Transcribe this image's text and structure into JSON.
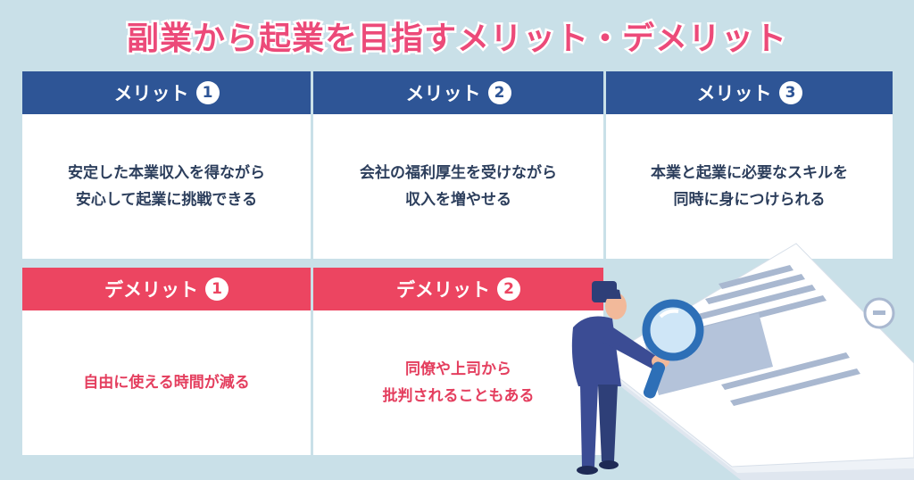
{
  "title": "副業から起業を目指すメリット・デメリット",
  "colors": {
    "background": "#c9e0e8",
    "title": "#ec4a79",
    "merit_header": "#2e5596",
    "demerit_header": "#ec4561",
    "merit_text": "#2c3e5c",
    "demerit_text": "#e43e5e"
  },
  "merits": [
    {
      "label": "メリット",
      "num": "1",
      "lines": [
        "安定した本業収入を得ながら",
        "安心して起業に挑戦できる"
      ]
    },
    {
      "label": "メリット",
      "num": "2",
      "lines": [
        "会社の福利厚生を受けながら",
        "収入を増やせる"
      ]
    },
    {
      "label": "メリット",
      "num": "3",
      "lines": [
        "本業と起業に必要なスキルを",
        "同時に身につけられる"
      ]
    }
  ],
  "demerits": [
    {
      "label": "デメリット",
      "num": "1",
      "lines": [
        "自由に使える時間が減る"
      ]
    },
    {
      "label": "デメリット",
      "num": "2",
      "lines": [
        "同僚や上司から",
        "批判されることもある"
      ]
    }
  ]
}
